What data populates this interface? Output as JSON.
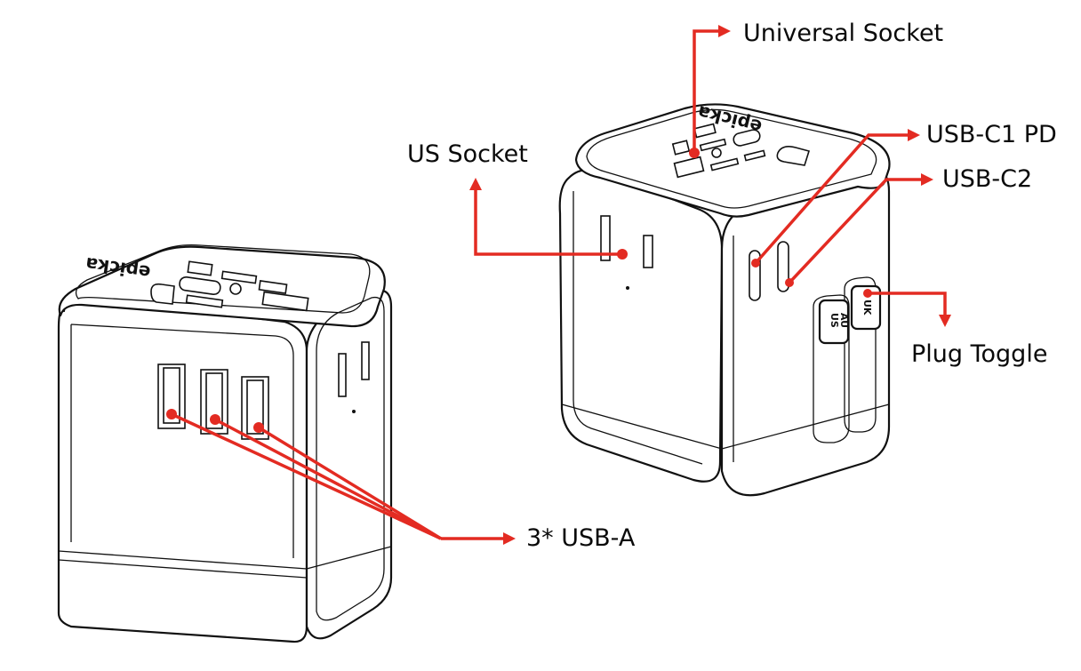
{
  "title": "Universal travel adapter port diagram",
  "brand_logo": "epicka",
  "accent_color": "#e32b22",
  "callouts": {
    "universal_socket": "Universal Socket",
    "usb_c1": "USB-C1 PD",
    "usb_c2": "USB-C2",
    "us_socket": "US Socket",
    "plug_toggle": "Plug Toggle",
    "usb_a": "3* USB-A"
  },
  "toggle_labels": {
    "us_au": [
      "US",
      "AU"
    ],
    "uk": "UK"
  }
}
